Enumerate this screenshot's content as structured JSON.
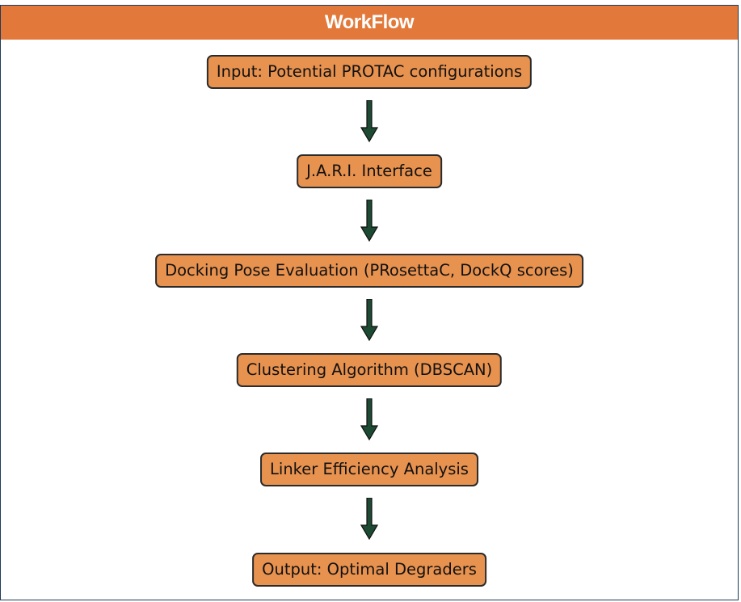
{
  "header": {
    "title": "WorkFlow"
  },
  "steps": [
    {
      "label": "Input: Potential PROTAC configurations"
    },
    {
      "label": "J.A.R.I. Interface"
    },
    {
      "label": "Docking Pose Evaluation (PRosettaC, DockQ scores)"
    },
    {
      "label": "Clustering Algorithm (DBSCAN)"
    },
    {
      "label": "Linker Efficiency Analysis"
    },
    {
      "label": "Output: Optimal Degraders"
    }
  ],
  "colors": {
    "header_bg": "#e2793a",
    "box_fill": "#e8924f",
    "box_border": "#2b2b2b",
    "arrow_fill": "#1d4a33",
    "frame_border": "#1f3b5a"
  }
}
